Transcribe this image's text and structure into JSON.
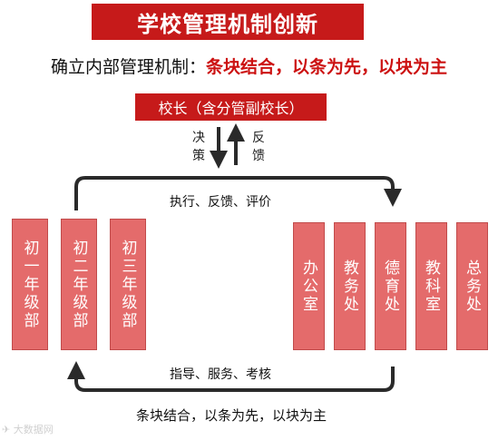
{
  "title": "学校管理机制创新",
  "subtitle": {
    "prefix": "确立内部管理机制：",
    "highlight": "条块结合，以条为先，以块为主"
  },
  "principal": "校长（含分管副校长）",
  "arrows": {
    "down_label": "决策",
    "up_label": "反馈"
  },
  "top_flow_label": "执行、反馈、评价",
  "bottom_flow_label": "指导、服务、考核",
  "grades": [
    "初一年级部",
    "初二年级部",
    "初三年级部"
  ],
  "departments": [
    "办公室",
    "教务处",
    "德育处",
    "教科室",
    "总务处"
  ],
  "footer": "条块结合，以条为先，以块为主",
  "watermark": "大数据网",
  "colors": {
    "title_red": "#c61a1a",
    "box_fill": "#e46b6b",
    "highlight_red": "#cc1111"
  }
}
